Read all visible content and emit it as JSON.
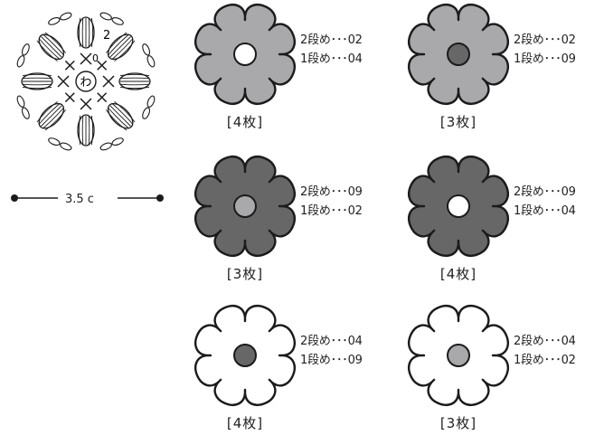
{
  "chart_symbols": {
    "ring_label": "わ",
    "round_label": "2",
    "zero_label": "0"
  },
  "size_label": "3.5 c",
  "colors": {
    "light": "#a9a9ab",
    "dark": "#676767",
    "white": "#ffffff",
    "outline": "#1b1b1b"
  },
  "flowers": [
    {
      "petal": "light",
      "center": "white",
      "row2_label": "2段め･･･02",
      "row1_label": "1段め･･･04",
      "count": "[4枚]"
    },
    {
      "petal": "light",
      "center": "dark",
      "row2_label": "2段め･･･02",
      "row1_label": "1段め･･･09",
      "count": "[3枚]"
    },
    {
      "petal": "dark",
      "center": "light",
      "row2_label": "2段め･･･09",
      "row1_label": "1段め･･･02",
      "count": "[3枚]"
    },
    {
      "petal": "dark",
      "center": "white",
      "row2_label": "2段め･･･09",
      "row1_label": "1段め･･･04",
      "count": "[4枚]"
    },
    {
      "petal": "white",
      "center": "dark",
      "row2_label": "2段め･･･04",
      "row1_label": "1段め･･･09",
      "count": "[4枚]"
    },
    {
      "petal": "white",
      "center": "light",
      "row2_label": "2段め･･･04",
      "row1_label": "1段め･･･02",
      "count": "[3枚]"
    }
  ]
}
